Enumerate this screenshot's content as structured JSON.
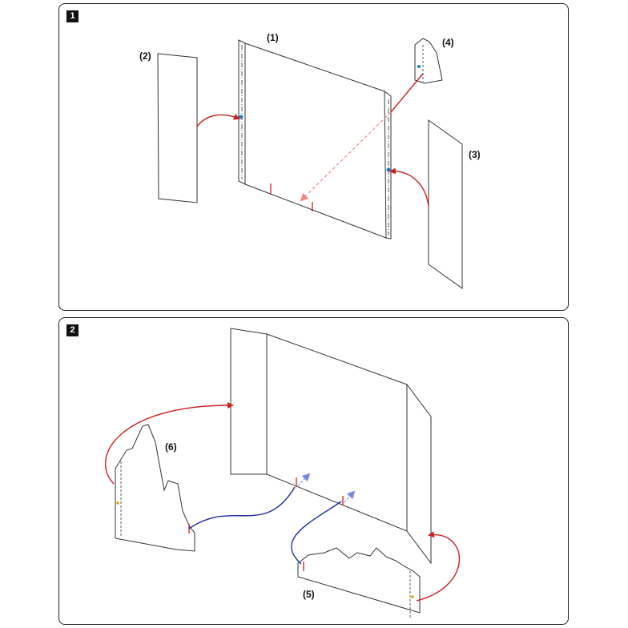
{
  "panels": [
    {
      "step": "1",
      "labels": {
        "main": "(1)",
        "left": "(2)",
        "right": "(3)",
        "top": "(4)"
      }
    },
    {
      "step": "2",
      "labels": {
        "left": "(6)",
        "bottom": "(5)"
      }
    }
  ],
  "colors": {
    "outline": "#333333",
    "attach_arrow": "#cc1f1f",
    "slot_arrow": "#1a2a9c",
    "dot": "#1a7fb5",
    "dot_alt": "#e0a000"
  }
}
